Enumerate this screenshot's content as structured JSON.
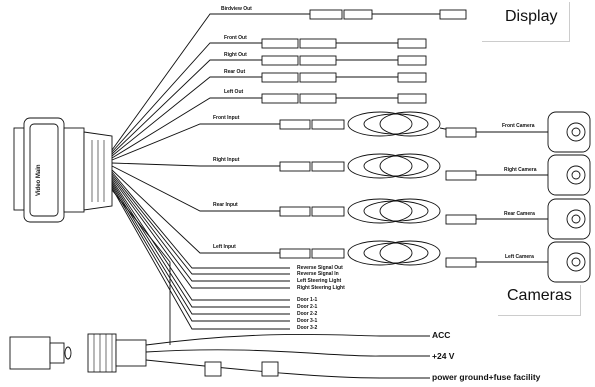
{
  "callouts": {
    "display": "Display",
    "cameras": "Cameras"
  },
  "connector": {
    "label": "Video Main"
  },
  "outputs": [
    "Birdview Out",
    "Front Out",
    "Right Out",
    "Rear Out",
    "Left Out"
  ],
  "inputs": [
    "Front Input",
    "Right Input",
    "Rear Input",
    "Left Input"
  ],
  "cameras": [
    "Front Camera",
    "Right Camera",
    "Rear Camera",
    "Left Camera"
  ],
  "signals": [
    "Reverse Signal Out",
    "Reverse Signal In",
    "Left Steering Light",
    "Right Steering Light",
    "Door 1-1",
    "Door 2-1",
    "Door 2-2",
    "Door 3-1",
    "Door 3-2"
  ],
  "power": [
    "ACC",
    "+24 V",
    "power ground+fuse facility"
  ]
}
